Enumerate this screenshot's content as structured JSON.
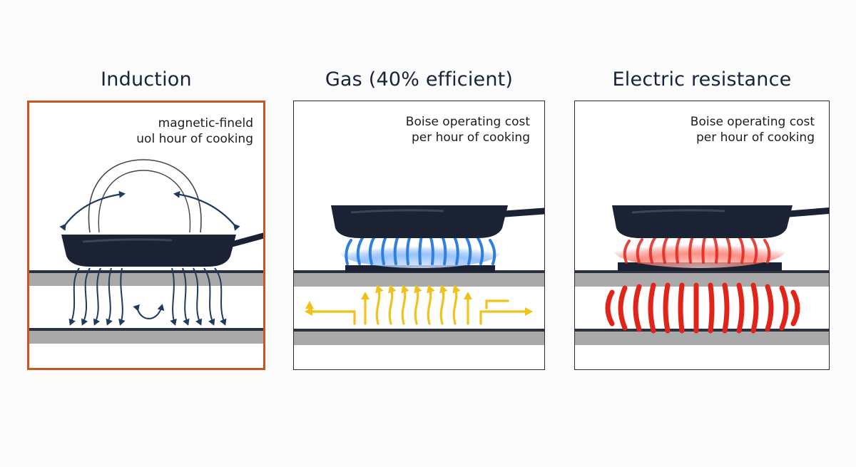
{
  "panels": [
    {
      "title": "Induction",
      "caption_line1": "magnetic-fineld",
      "caption_line2": "uol hour of cooking",
      "highlighted": true,
      "energy_color": "#1f3a5f"
    },
    {
      "title": "Gas (40% efficient)",
      "caption_line1": "Boise operating cost",
      "caption_line2": "per hour of cooking",
      "highlighted": false,
      "energy_color": "#f2c21b",
      "flame_color": "#2f7fe0"
    },
    {
      "title": "Electric resistance",
      "caption_line1": "Boise operating cost",
      "caption_line2": "per hour of cooking",
      "highlighted": false,
      "energy_color": "#e2231a"
    }
  ],
  "colors": {
    "pan": "#1a2233",
    "cooktop": "#a9a9a9",
    "highlight_border": "#c8571f"
  },
  "icons": [
    "frying-pan-icon",
    "magnetic-field-arrows-icon",
    "gas-flame-icon",
    "heat-flow-arrows-icon",
    "heating-coil-icon"
  ]
}
